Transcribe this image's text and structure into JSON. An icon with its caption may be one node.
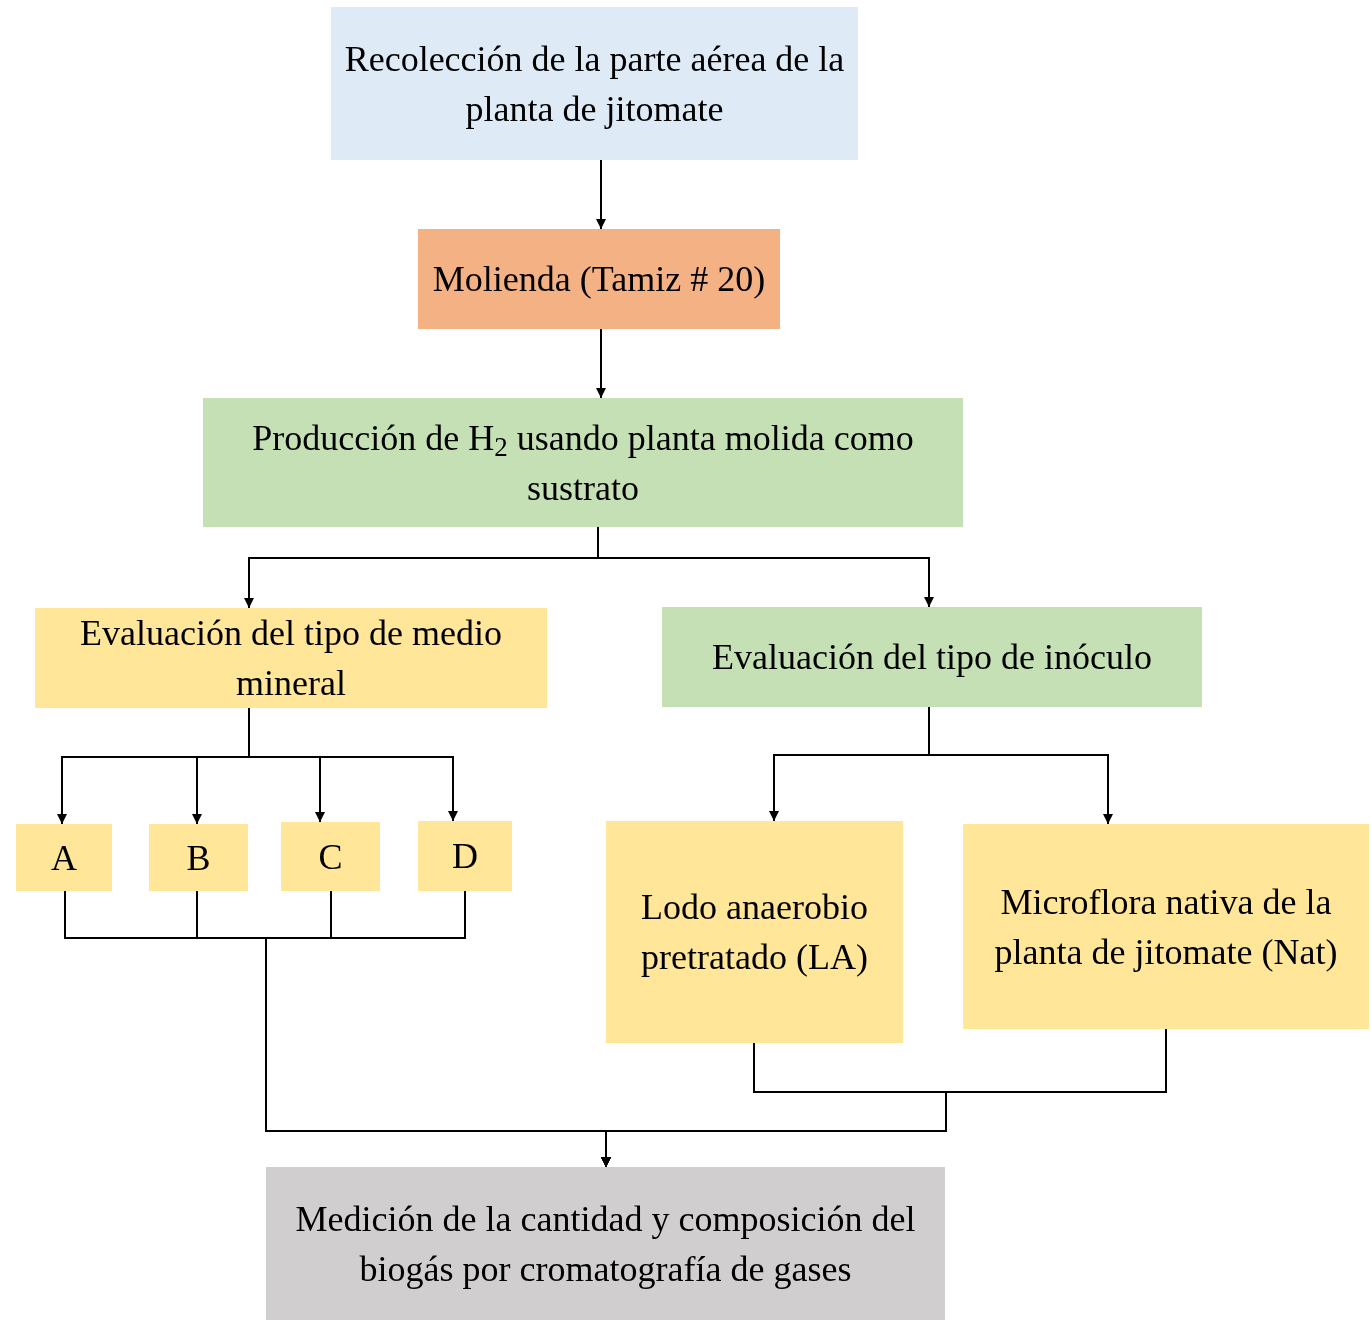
{
  "diagram": {
    "nodes": [
      {
        "text": [
          "Recolección de la parte aérea de la planta de jitomate"
        ]
      },
      {
        "text": [
          "Molienda (Tamiz # 20)"
        ]
      },
      {
        "text": [
          "Producción de H$_{2}$ usando planta molida como sustrato"
        ]
      },
      {
        "text": [
          "Evaluación del tipo de medio mineral"
        ]
      },
      {
        "text": [
          "Evaluación del tipo de inóculo"
        ]
      },
      {
        "text": [
          "A"
        ]
      },
      {
        "text": [
          "B"
        ]
      },
      {
        "text": [
          "C"
        ]
      },
      {
        "text": [
          "D"
        ]
      },
      {
        "text": [
          "Lodo anaerobio pretratado (LA)"
        ]
      },
      {
        "text": [
          "Microflora nativa de la planta de jitomate (Nat)"
        ]
      },
      {
        "text": [
          "Medición de la cantidad y composición del biogás por cromatografía de gases"
        ]
      }
    ],
    "edges": [
      {
        "from": 0,
        "to": 1,
        "arrow": "to"
      },
      {
        "from": 1,
        "to": 2,
        "arrow": "to"
      },
      {
        "from": 2,
        "to": 3,
        "arrow": "to"
      },
      {
        "from": 2,
        "to": 4,
        "arrow": "to"
      },
      {
        "from": 3,
        "to": 5,
        "arrow": "to"
      },
      {
        "from": 3,
        "to": 6,
        "arrow": "to"
      },
      {
        "from": 3,
        "to": 7,
        "arrow": "to"
      },
      {
        "from": 3,
        "to": 8,
        "arrow": "to"
      },
      {
        "from": 4,
        "to": 9,
        "arrow": "to"
      },
      {
        "from": 4,
        "to": 10,
        "arrow": "to"
      },
      {
        "from": 5,
        "to": 11,
        "arrow": "to"
      },
      {
        "from": 6,
        "to": 11,
        "arrow": "to"
      },
      {
        "from": 7,
        "to": 11,
        "arrow": "to"
      },
      {
        "from": 8,
        "to": 11,
        "arrow": "to"
      },
      {
        "from": 9,
        "to": 11,
        "arrow": "to"
      },
      {
        "from": 10,
        "to": 11,
        "arrow": "to"
      }
    ]
  }
}
